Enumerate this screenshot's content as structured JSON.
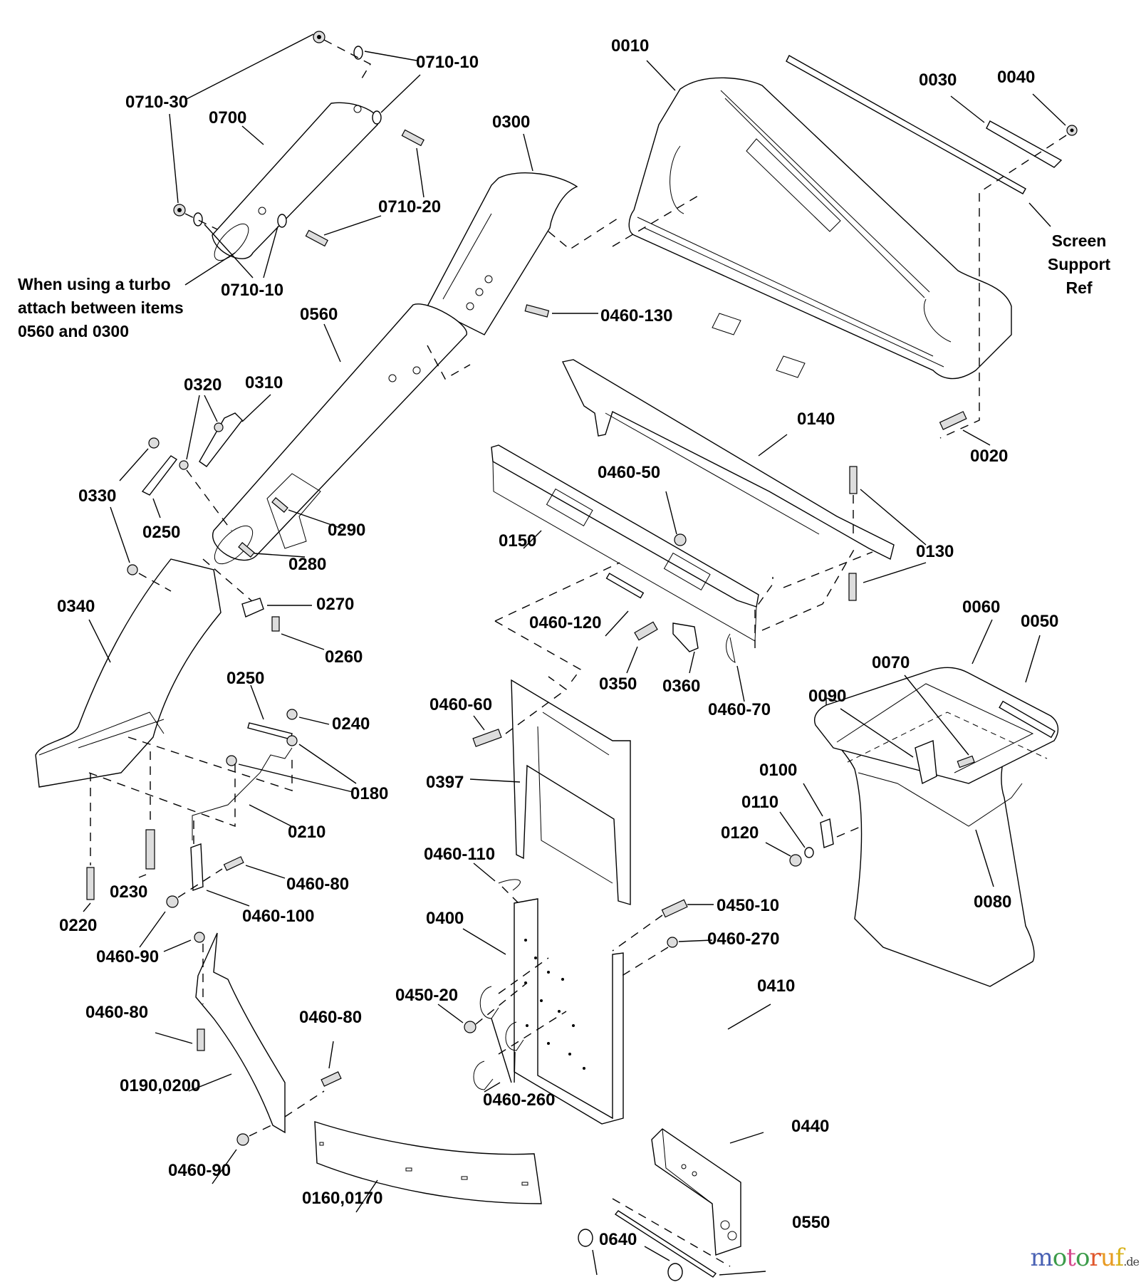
{
  "diagram": {
    "title": "Exploded parts diagram - grass collector / bagger assembly",
    "note_lines": [
      "When using a turbo",
      "attach between items",
      "0560 and 0300"
    ],
    "reference_lines": [
      "Screen",
      "Support",
      "Ref"
    ],
    "part_labels": [
      {
        "id": "0010",
        "text": "0010"
      },
      {
        "id": "0020",
        "text": "0020"
      },
      {
        "id": "0030",
        "text": "0030"
      },
      {
        "id": "0040",
        "text": "0040"
      },
      {
        "id": "0050",
        "text": "0050"
      },
      {
        "id": "0060",
        "text": "0060"
      },
      {
        "id": "0070",
        "text": "0070"
      },
      {
        "id": "0080",
        "text": "0080"
      },
      {
        "id": "0090",
        "text": "0090"
      },
      {
        "id": "0100",
        "text": "0100"
      },
      {
        "id": "0110",
        "text": "0110"
      },
      {
        "id": "0120",
        "text": "0120"
      },
      {
        "id": "0130",
        "text": "0130"
      },
      {
        "id": "0140",
        "text": "0140"
      },
      {
        "id": "0150",
        "text": "0150"
      },
      {
        "id": "0160-0170",
        "text": "0160,0170"
      },
      {
        "id": "0180",
        "text": "0180"
      },
      {
        "id": "0190-0200",
        "text": "0190,0200"
      },
      {
        "id": "0210",
        "text": "0210"
      },
      {
        "id": "0220",
        "text": "0220"
      },
      {
        "id": "0230",
        "text": "0230"
      },
      {
        "id": "0240",
        "text": "0240"
      },
      {
        "id": "0250-a",
        "text": "0250"
      },
      {
        "id": "0250-b",
        "text": "0250"
      },
      {
        "id": "0260",
        "text": "0260"
      },
      {
        "id": "0270",
        "text": "0270"
      },
      {
        "id": "0280",
        "text": "0280"
      },
      {
        "id": "0290",
        "text": "0290"
      },
      {
        "id": "0300",
        "text": "0300"
      },
      {
        "id": "0310",
        "text": "0310"
      },
      {
        "id": "0320",
        "text": "0320"
      },
      {
        "id": "0330",
        "text": "0330"
      },
      {
        "id": "0340",
        "text": "0340"
      },
      {
        "id": "0350",
        "text": "0350"
      },
      {
        "id": "0360",
        "text": "0360"
      },
      {
        "id": "0397",
        "text": "0397"
      },
      {
        "id": "0400",
        "text": "0400"
      },
      {
        "id": "0410",
        "text": "0410"
      },
      {
        "id": "0440",
        "text": "0440"
      },
      {
        "id": "0450-10",
        "text": "0450-10"
      },
      {
        "id": "0450-20",
        "text": "0450-20"
      },
      {
        "id": "0460-50",
        "text": "0460-50"
      },
      {
        "id": "0460-60",
        "text": "0460-60"
      },
      {
        "id": "0460-70",
        "text": "0460-70"
      },
      {
        "id": "0460-80-a",
        "text": "0460-80"
      },
      {
        "id": "0460-80-b",
        "text": "0460-80"
      },
      {
        "id": "0460-80-c",
        "text": "0460-80"
      },
      {
        "id": "0460-90-a",
        "text": "0460-90"
      },
      {
        "id": "0460-90-b",
        "text": "0460-90"
      },
      {
        "id": "0460-100",
        "text": "0460-100"
      },
      {
        "id": "0460-110",
        "text": "0460-110"
      },
      {
        "id": "0460-120",
        "text": "0460-120"
      },
      {
        "id": "0460-130",
        "text": "0460-130"
      },
      {
        "id": "0460-260",
        "text": "0460-260"
      },
      {
        "id": "0460-270",
        "text": "0460-270"
      },
      {
        "id": "0550",
        "text": "0550"
      },
      {
        "id": "0560",
        "text": "0560"
      },
      {
        "id": "0640",
        "text": "0640"
      },
      {
        "id": "0700",
        "text": "0700"
      },
      {
        "id": "0710-10-a",
        "text": "0710-10"
      },
      {
        "id": "0710-10-b",
        "text": "0710-10"
      },
      {
        "id": "0710-20",
        "text": "0710-20"
      },
      {
        "id": "0710-30",
        "text": "0710-30"
      }
    ]
  },
  "watermark": {
    "letters": [
      {
        "ch": "m",
        "color": "#4a62b4"
      },
      {
        "ch": "o",
        "color": "#3c9c4a"
      },
      {
        "ch": "t",
        "color": "#d64c8e"
      },
      {
        "ch": "o",
        "color": "#3c9c4a"
      },
      {
        "ch": "r",
        "color": "#e0552a"
      },
      {
        "ch": "u",
        "color": "#e89a22"
      },
      {
        "ch": "f",
        "color": "#d8b21c"
      }
    ],
    "tld": ".de"
  }
}
